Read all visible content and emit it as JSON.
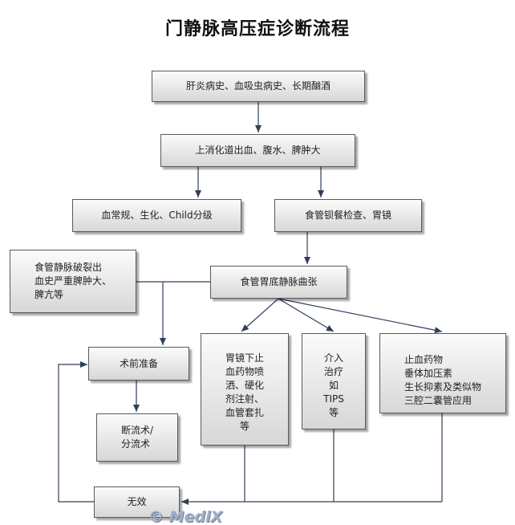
{
  "title": "门静脉高压症诊断流程",
  "nodes": {
    "history": "肝炎病史、血吸虫病史、长期酗酒",
    "symptoms": "上消化道出血、腹水、脾肿大",
    "labs": "血常规、生化、Child分级",
    "exam": "食管钡餐检查、胃镜",
    "varices": "食管胃底静脉曲张",
    "bleeding": "食管静脉破裂出\n血史严重脾肿大、\n脾亢等",
    "preop": "术前准备",
    "surgery": "断流术/\n分流术",
    "endoscopy": "胃镜下止\n血药物喷\n洒、硬化\n剂注射、\n血管套扎\n等",
    "tips": "介入\n治疗\n如\nTIPS\n等",
    "drugs": "止血药物\n垂体加压素\n生长抑素及类似物\n三腔二囊管应用",
    "ineffective": "无效"
  },
  "watermark": "© MediX"
}
